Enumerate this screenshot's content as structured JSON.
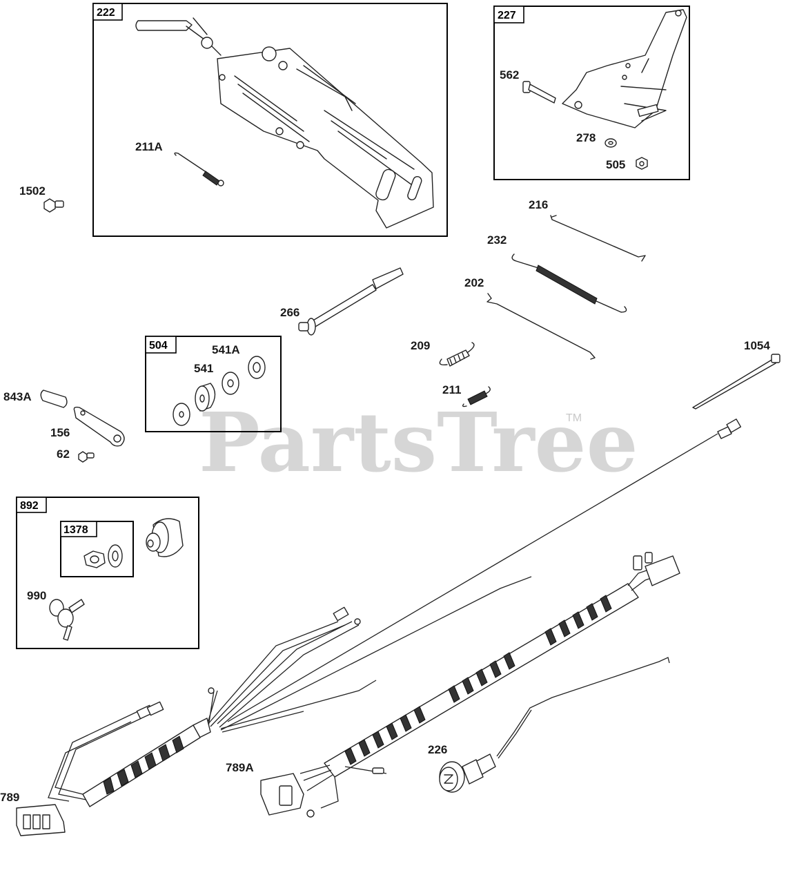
{
  "watermark": {
    "text": "PartsTree",
    "tm": "TM"
  },
  "boxes": {
    "b222": "222",
    "b227": "227",
    "b504": "504",
    "b892": "892",
    "b1378": "1378"
  },
  "labels": {
    "l211A": "211A",
    "l1502": "1502",
    "l562": "562",
    "l278": "278",
    "l505": "505",
    "l216": "216",
    "l232": "232",
    "l202": "202",
    "l266": "266",
    "l209": "209",
    "l211": "211",
    "l1054": "1054",
    "l541A": "541A",
    "l541": "541",
    "l843A": "843A",
    "l156": "156",
    "l62": "62",
    "l990": "990",
    "l226": "226",
    "l789A": "789A",
    "l789": "789"
  }
}
